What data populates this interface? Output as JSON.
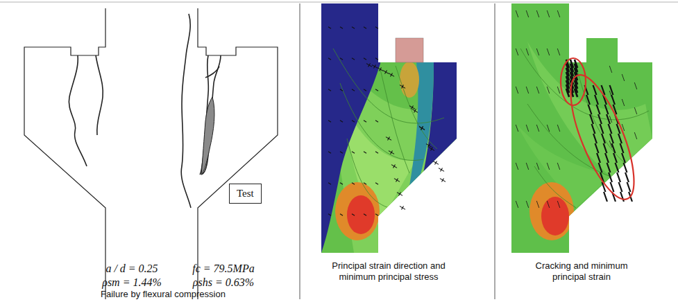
{
  "diagram": {
    "nodes": [
      {
        "text": [
          "Test"
        ]
      }
    ],
    "labels": [
      "a / d = 0.25",
      "fc = 79.5MPa",
      "ρsm = 1.44%",
      "ρshs = 0.63%",
      "Failure by flexural compression",
      "Principal strain direction and minimum principal stress",
      "Cracking and minimum principal strain"
    ]
  }
}
